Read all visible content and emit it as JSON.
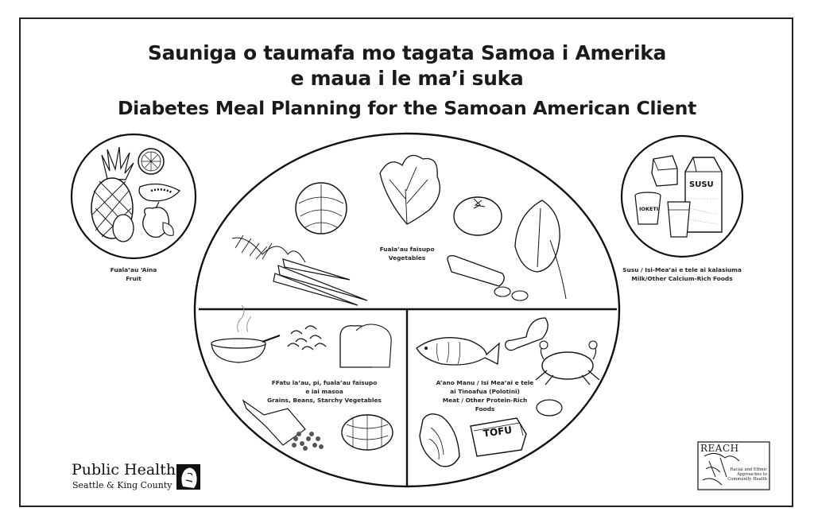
{
  "title": {
    "line1": "Sauniga o taumafa mo tagata Samoa i Amerika",
    "line2": "e maua i le ma’i suka",
    "line3": "Diabetes Meal Planning for the Samoan American Client"
  },
  "fruit": {
    "samoan": "Fuala’au ‘Aina",
    "english": "Fruit"
  },
  "vegetables": {
    "samoan": "Fuala’au faisupo",
    "english": "Vegetables"
  },
  "milk": {
    "samoan": "Susu / Isi-Mea’ai e tele ai kalasiuma",
    "english": "Milk/Other Calcium-Rich Foods"
  },
  "grains": {
    "samoan_1": "FFatu la’au, pi, fuala’au faisupo",
    "samoan_2": "e iai masoa",
    "english": "Grains, Beans, Starchy Vegetables"
  },
  "meat": {
    "samoan_1": "A’ano Manu / Isi Mea’ai e tele",
    "samoan_2": "ai Tinoafua (Polotini)",
    "english": "Meat / Other Protein-Rich Foods"
  },
  "packaging": {
    "milk_carton": "SUSU",
    "yogurt": "IOKETI",
    "tofu": "TOFU"
  },
  "logos": {
    "public_health": "Public Health",
    "public_health_sub": "Seattle & King County",
    "reach": "REACH",
    "reach_text": "Racial and Ethnic Approaches to Community Health"
  }
}
